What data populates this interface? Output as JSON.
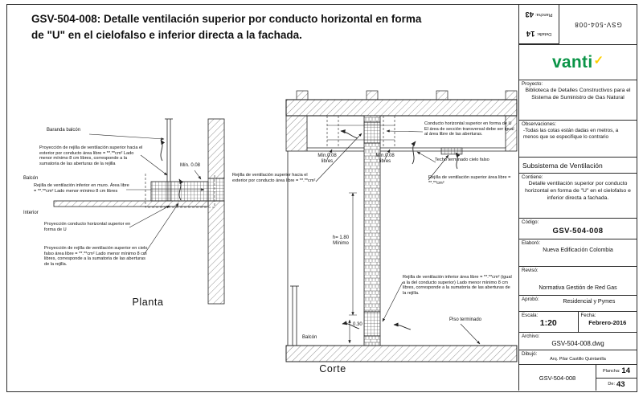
{
  "colors": {
    "brand_green": "#0a9447",
    "brand_yellow": "#ffcf00",
    "ink": "#1a1a1a"
  },
  "sheet": {
    "title": "GSV-504-008:  Detalle ventilación superior por conducto horizontal en forma de \"U\" en el cielofalso e inferior directa a la fachada."
  },
  "plan": {
    "caption": "Planta",
    "baranda_label": "Baranda balcón",
    "balcon_label": "Balcón",
    "interior_label": "Interior",
    "dim_min": "Mín. 0.08",
    "ann_rejilla_sup_ext": "Proyección  de rejilla de ventilación superior hacia el exterior por conducto área libre =   **.**cm²  Lado menor mínimo 8 cm libres, corresponde a la sumatoria de las aberturas de la rejilla",
    "ann_rejilla_inf": "Rejilla de ventilación inferior en muro. Área libre =   **.**cm²  Lado menor mínimo 8 cm libres",
    "ann_conducto": "Proyección conducto horizontal superior en forma de U",
    "ann_rejilla_sup_cielo": "Proyección de rejilla de ventilación superior en cielo falso  área libre =  **.**cm²  Lado menor mínimo 8 cm libres, corresponde a la sumatoria de las aberturas de la rejilla."
  },
  "section": {
    "caption": "Corte",
    "ann_conducto": "Conducto horizontal superior en forma de U  El área de sección transversal debe ser igual al área libre de las aberturas.",
    "dim_min_left": "Mín.0.08 libres",
    "dim_min_right": "Mín.0.08 libres",
    "ann_techo": "Techo terminado cielo falso",
    "ann_rejilla_sup_ext": "Rejilla de ventilación superior hacia el exterior por conducto área libre =   **.**cm²",
    "ann_rejilla_sup": "Rejilla de ventilación superior área libre =  **.**cm²",
    "dim_h": "h= 1.80 Mínimo",
    "ann_rejilla_inf": "Rejilla de ventilación inferior área libre =  **.**cm² (igual a la del conducto superior) Lado menor mínimo 8 cm libres, corresponde a la sumatoria de las aberturas de la rejilla.",
    "dim_030": "0.30",
    "piso_label": "Piso terminado",
    "balcon_label": "Balcón"
  },
  "titleblock": {
    "top": {
      "plancha_label": "Plancha:",
      "plancha_value": "43",
      "detalle_label": "Detalle:",
      "detalle_value": "14",
      "code": "GSV-504-008"
    },
    "logo_text": "vanti",
    "logo_check": "✓",
    "proyecto_label": "Proyecto:",
    "proyecto_text": "Biblioteca de Detalles Constructivos para el Sistema de Suministro de Gas Natural",
    "observaciones_label": "Observaciones:",
    "observaciones_text": "-Todas las cotas están dadas en metros, a menos que se especifique lo contrario",
    "subsistema": "Subsistema de Ventilación",
    "contiene_label": "Contiene:",
    "contiene_text": "Detalle ventilación superior por conducto horizontal en forma de \"U\" en el cielofalso e inferior directa a fachada.",
    "codigo_label": "Código:",
    "codigo_value": "GSV-504-008",
    "elaboro_label": "Elaboró:",
    "elaboro_value": "Nueva Edificación Colombia",
    "reviso_label": "Revisó:",
    "reviso_value": "Normativa Gestión de Red Gas",
    "aprobo_label": "Aprobó:",
    "aprobo_value": "Residencial y Pymes",
    "escala_label": "Escala:",
    "escala_value": "1:20",
    "fecha_label": "Fecha:",
    "fecha_value": "Febrero-2016",
    "archivo_label": "Archivo:",
    "archivo_value": "GSV-504-008.dwg",
    "dibujo_label": "Dibujó:",
    "dibujo_value": "Arq. Pilar Castillo Quintanilla",
    "bottom_code": "GSV-504-008",
    "bottom_plancha_label": "Plancha:",
    "bottom_plancha_value": "14",
    "bottom_de_label": "De:",
    "bottom_de_value": "43"
  }
}
